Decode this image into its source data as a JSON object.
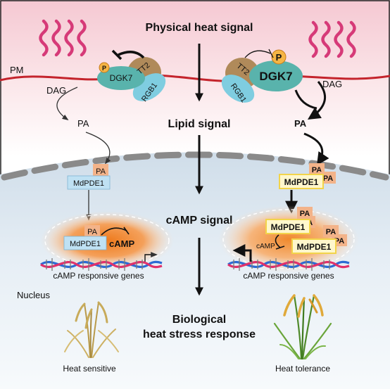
{
  "labels": {
    "physical_heat": "Physical heat signal",
    "lipid": "Lipid signal",
    "camp_signal": "cAMP signal",
    "bio_line1": "Biological",
    "bio_line2": "heat stress response",
    "pm": "PM",
    "nucleus": "Nucleus",
    "dag": "DAG",
    "pa": "PA",
    "dgk7": "DGK7",
    "tt2": "TT2",
    "rgb1": "RGB1",
    "p": "P",
    "mdpde1": "MdPDE1",
    "camp": "cAMP",
    "camp_genes": "cAMP responsive genes",
    "heat_sensitive": "Heat sensitive",
    "heat_tolerance": "Heat tolerance"
  },
  "colors": {
    "heat_wave": "#d63a78",
    "membrane": "#c4242c",
    "dgk7": "#59b3ac",
    "tt2": "#b08a5a",
    "rgb1": "#7fcde0",
    "phospho": "#f5b544",
    "mdpde1_box": "#bfe1f3",
    "pa_box": "#f3b389",
    "halo": "#f08a2e",
    "nucleus_bg": "#dfeaf3"
  }
}
